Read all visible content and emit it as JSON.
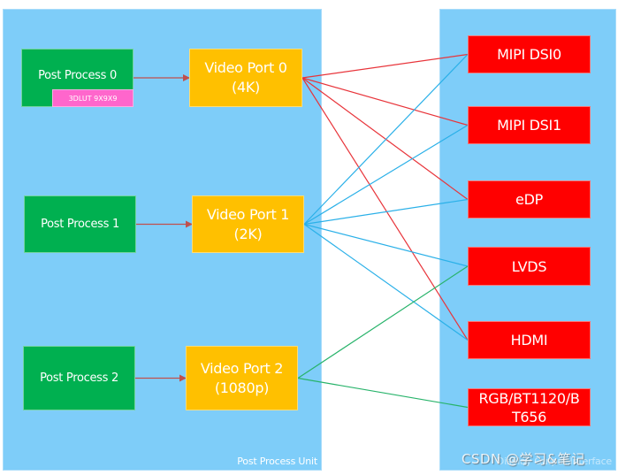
{
  "diagram": {
    "left_panel": {
      "label": "Post Process Unit"
    },
    "right_panel": {
      "label": "Display Output Interface"
    },
    "post_processes": [
      {
        "id": "pp0",
        "label": "Post Process 0",
        "badge": "3DLUT 9X9X9"
      },
      {
        "id": "pp1",
        "label": "Post Process 1"
      },
      {
        "id": "pp2",
        "label": "Post Process 2"
      }
    ],
    "video_ports": [
      {
        "id": "vp0",
        "line1": "Video Port 0",
        "line2": "(4K)",
        "link_color": "#e8343a"
      },
      {
        "id": "vp1",
        "line1": "Video Port 1",
        "line2": "(2K)",
        "link_color": "#2ab0e8"
      },
      {
        "id": "vp2",
        "line1": "Video Port 2",
        "line2": "(1080p)",
        "link_color": "#27b36a"
      }
    ],
    "outputs": [
      {
        "id": "dsi0",
        "label": "MIPI DSI0"
      },
      {
        "id": "dsi1",
        "label": "MIPI DSI1"
      },
      {
        "id": "edp",
        "label": "eDP"
      },
      {
        "id": "lvds",
        "label": "LVDS"
      },
      {
        "id": "hdmi",
        "label": "HDMI"
      },
      {
        "id": "rgb",
        "label": "RGB/BT1120/BT656",
        "line1": "RGB/BT1120/B",
        "line2": "T656"
      }
    ],
    "pp_to_vp": [
      {
        "from": "pp0",
        "to": "vp0"
      },
      {
        "from": "pp1",
        "to": "vp1"
      },
      {
        "from": "pp2",
        "to": "vp2"
      }
    ],
    "arrow_color": "#c0504d",
    "connections": [
      {
        "from": "vp0",
        "to": "dsi0"
      },
      {
        "from": "vp0",
        "to": "dsi1"
      },
      {
        "from": "vp0",
        "to": "edp"
      },
      {
        "from": "vp0",
        "to": "hdmi"
      },
      {
        "from": "vp1",
        "to": "dsi0"
      },
      {
        "from": "vp1",
        "to": "dsi1"
      },
      {
        "from": "vp1",
        "to": "edp"
      },
      {
        "from": "vp1",
        "to": "lvds"
      },
      {
        "from": "vp1",
        "to": "hdmi"
      },
      {
        "from": "vp2",
        "to": "lvds"
      },
      {
        "from": "vp2",
        "to": "rgb"
      }
    ]
  },
  "watermark": "CSDN @学习&笔记"
}
